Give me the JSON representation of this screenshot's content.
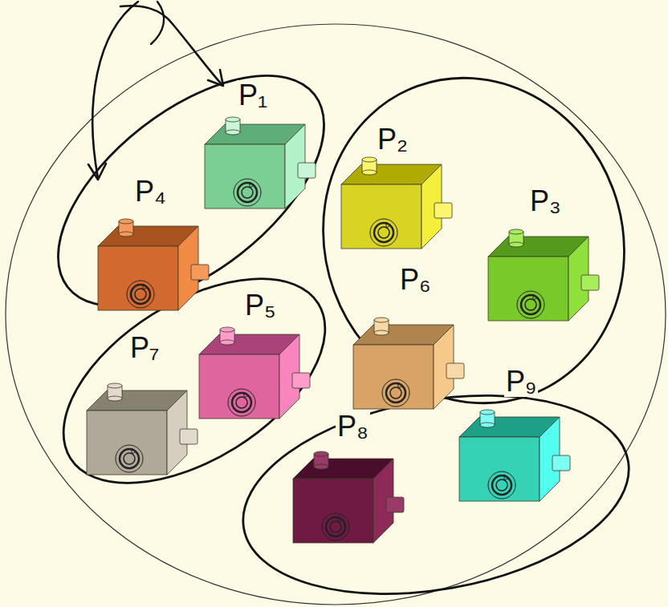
{
  "diagram": {
    "nodes": [
      {
        "text": [
          "P₁"
        ]
      },
      {
        "text": [
          "P₂"
        ]
      },
      {
        "text": [
          "P₃"
        ]
      },
      {
        "text": [
          "P₄"
        ]
      },
      {
        "text": [
          "P₅"
        ]
      },
      {
        "text": [
          "P₆"
        ]
      },
      {
        "text": [
          "P₇"
        ]
      },
      {
        "text": [
          "P₈"
        ]
      },
      {
        "text": [
          "P₉"
        ]
      }
    ]
  }
}
